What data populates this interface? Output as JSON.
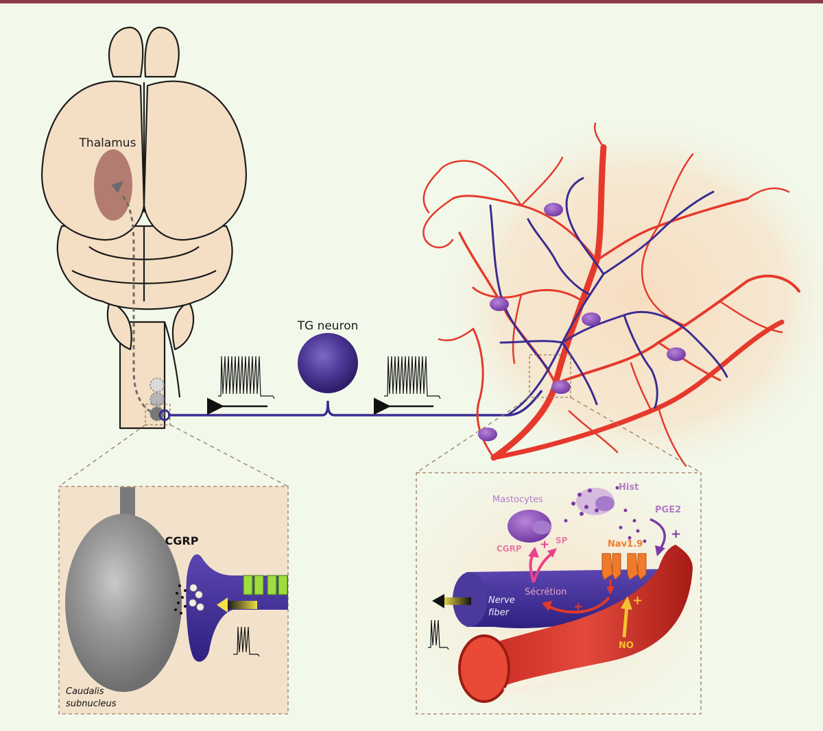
{
  "labels": {
    "thalamus": "Thalamus",
    "tg_neuron": "TG neuron",
    "cgrp_left": "CGRP",
    "caudalis_line1": "Caudalis",
    "caudalis_line2": "subnucleus",
    "mastocytes": "Mastocytes",
    "hist": "Hist",
    "pge2": "PGE2",
    "cgrp_right": "CGRP",
    "sp": "SP",
    "nav19": "Nav1.9",
    "secretion": "Sécrétion",
    "nerve_line1": "Nerve",
    "nerve_line2": "fiber",
    "no": "NO",
    "blood_vessel": "Blood vessel",
    "plus": "+"
  },
  "colors": {
    "background": "#f2f8ea",
    "top_bar": "#8e3a46",
    "brain_fill": "#f4dfc4",
    "brain_stroke": "#1b1b1b",
    "thalamus": "#a5675e",
    "neuron": "#4b3592",
    "fiber": "#3a2c90",
    "vessel": "#e5392c",
    "mast_cell": "#8a4fb5",
    "inset_bg": "#f3e2cb",
    "inset_border": "#9a7a5a",
    "cgrp_text": "#e879a6",
    "nav_orange": "#f07b2c",
    "no_yellow": "#f2c230",
    "receptor_green": "#9fdc3c"
  }
}
